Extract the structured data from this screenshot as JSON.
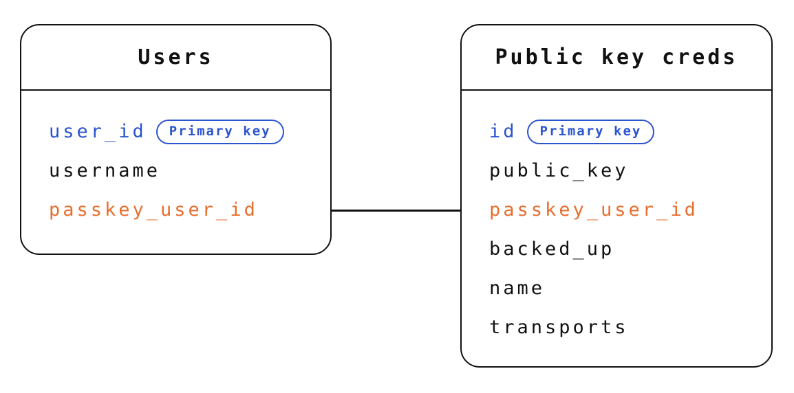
{
  "diagram": {
    "type": "entity-relationship",
    "colors": {
      "field_default": "#111111",
      "primary_key_blue": "#2B54CE",
      "foreign_key_orange": "#E96E2E",
      "box_border": "#111111",
      "background": "#FFFFFF"
    },
    "tables": [
      {
        "title": "Users",
        "fields": [
          {
            "name": "user_id",
            "badge": "Primary key",
            "color": "blue"
          },
          {
            "name": "username",
            "color": "black"
          },
          {
            "name": "passkey_user_id",
            "color": "orange"
          }
        ]
      },
      {
        "title": "Public key creds",
        "fields": [
          {
            "name": "id",
            "badge": "Primary key",
            "color": "blue"
          },
          {
            "name": "public_key",
            "color": "black"
          },
          {
            "name": "passkey_user_id",
            "color": "orange"
          },
          {
            "name": "backed_up",
            "color": "black"
          },
          {
            "name": "name",
            "color": "black"
          },
          {
            "name": "transports",
            "color": "black"
          }
        ]
      }
    ],
    "relationship": {
      "from": "Users.passkey_user_id",
      "to": "Public key creds.passkey_user_id",
      "style": "plain-line"
    }
  }
}
